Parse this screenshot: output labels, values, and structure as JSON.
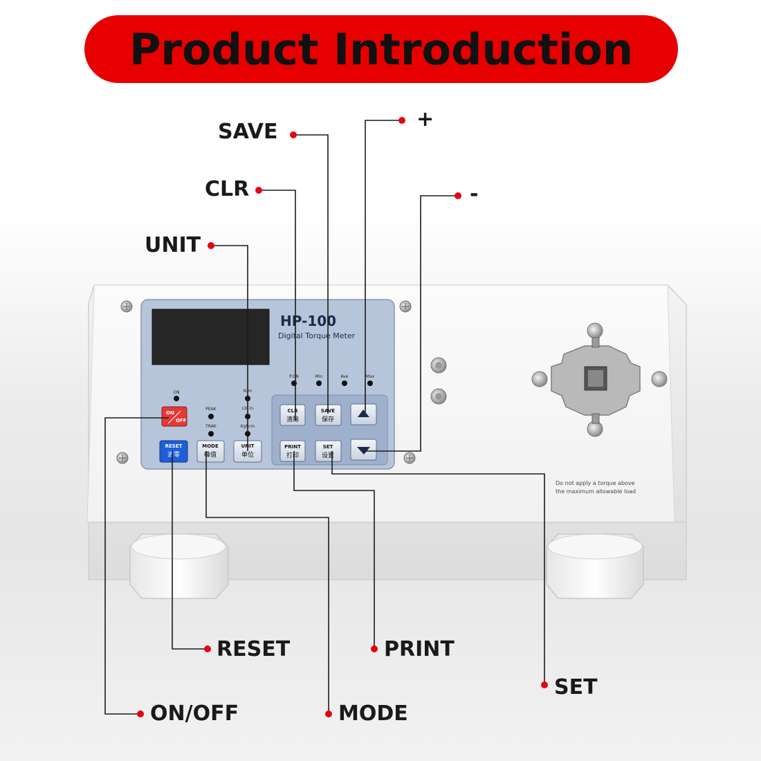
{
  "banner": {
    "title": "Product Introduction"
  },
  "device": {
    "model": "HP-100",
    "subtitle": "Digital Torque Meter",
    "warning_line1": "Do not apply a torque above",
    "warning_line2": "the maximum allowable load",
    "indicators": {
      "on": "ON",
      "peak": "PEAK",
      "trak": "TRAK",
      "nm": "N.m",
      "lbfin": "Lbf.in",
      "kgfcm": "Kgf.cm",
      "pon": "P.ON",
      "min": "Min",
      "ave": "Ave",
      "max": "Max"
    },
    "keys": {
      "onoff_a": "ON",
      "onoff_b": "OFF",
      "reset": "RESET",
      "reset_cn": "清零",
      "mode": "MODE",
      "mode_cn": "峰值",
      "unit": "UNIT",
      "unit_cn": "单位",
      "clr": "CLR",
      "clr_cn": "清除",
      "save": "SAVE",
      "save_cn": "保存",
      "print": "PRINT",
      "print_cn": "打印",
      "set": "SET",
      "set_cn": "设置"
    }
  },
  "callouts": {
    "save": "SAVE",
    "plus": "+",
    "clr": "CLR",
    "minus": "-",
    "unit": "UNIT",
    "reset": "RESET",
    "print": "PRINT",
    "set": "SET",
    "onoff": "ON/OFF",
    "mode": "MODE"
  },
  "colors": {
    "banner": "#e60000",
    "dot": "#e30613",
    "panel": "#b8c6dc",
    "display": "#2b2b2b",
    "power_key": "#e53935",
    "reset_key": "#1e5fd8"
  }
}
